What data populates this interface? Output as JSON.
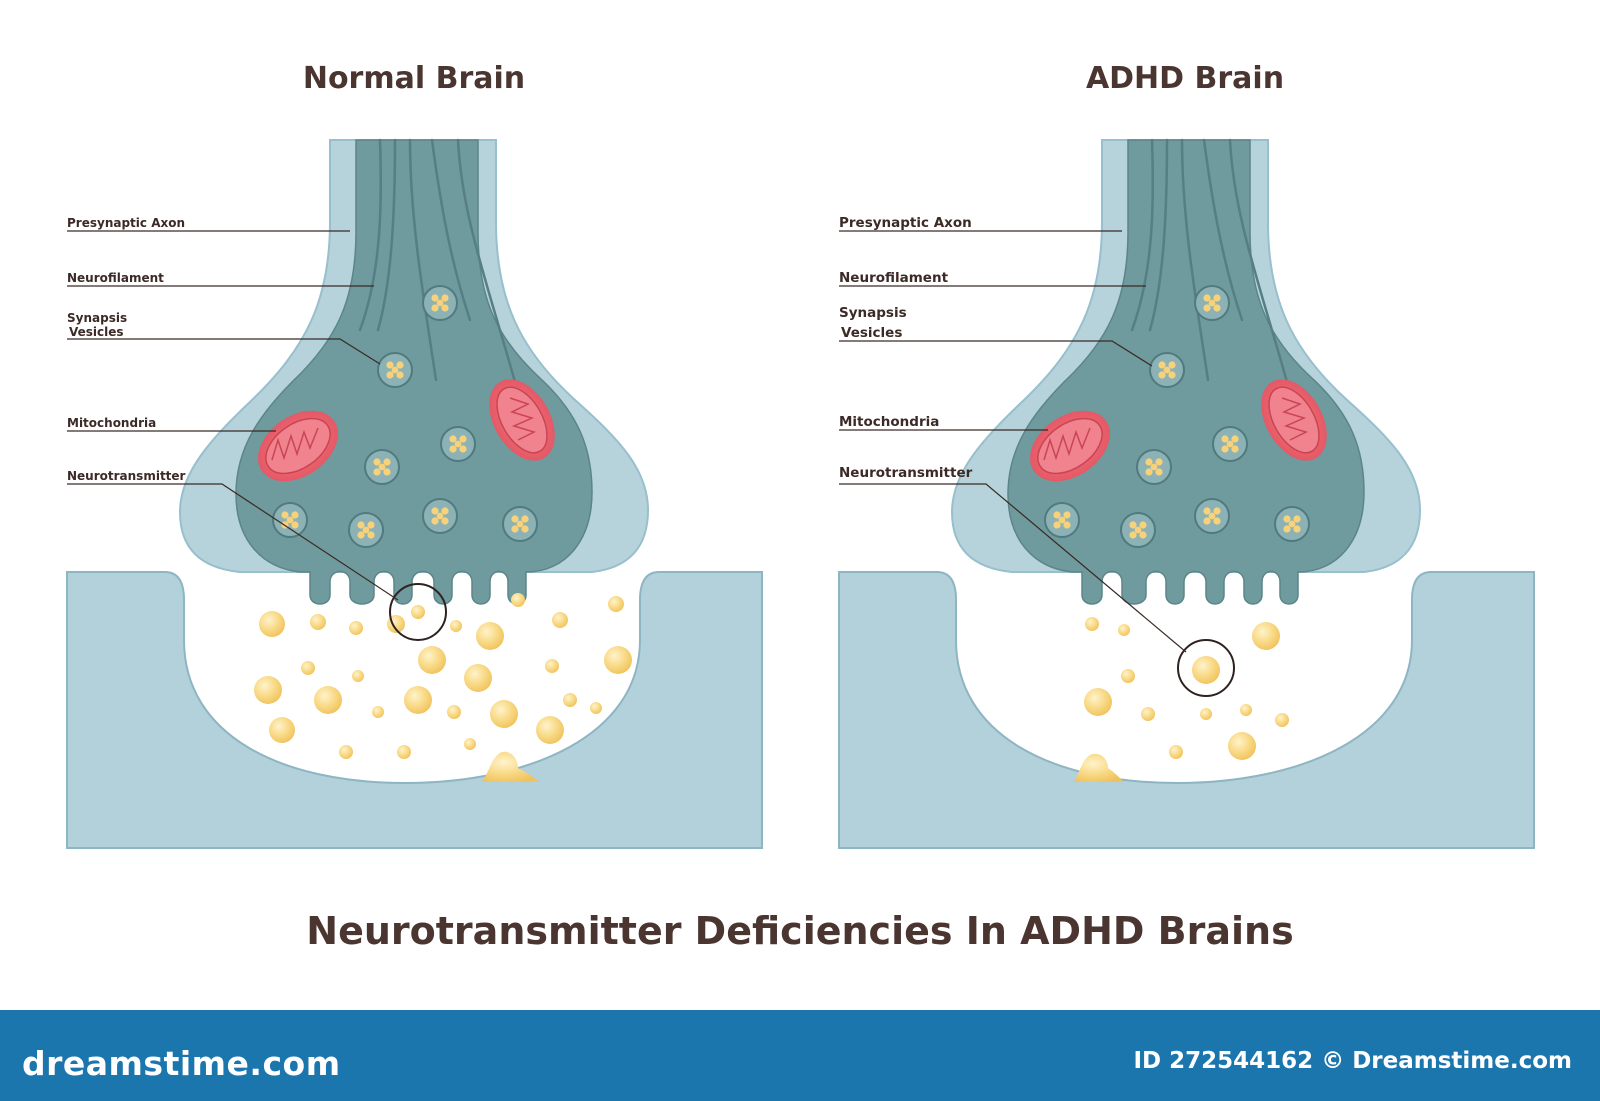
{
  "diagram": {
    "panels": [
      {
        "title": "Normal Brain",
        "labels": {
          "presynaptic_axon": "Presynaptic Axon",
          "neurofilament": "Neurofilament",
          "synapsis": "Synapsis",
          "vesicles": "Vesicles",
          "mitochondria": "Mitochondria",
          "neurotransmitter": "Neurotransmitter"
        }
      },
      {
        "title": "ADHD Brain",
        "labels": {
          "presynaptic_axon": "Presynaptic Axon",
          "neurofilament": "Neurofilament",
          "synapsis": "Synapsis",
          "vesicles": "Vesicles",
          "mitochondria": "Mitochondria",
          "neurotransmitter": "Neurotransmitter"
        }
      }
    ],
    "caption": "Neurotransmitter Deficiencies In ADHD Brains"
  },
  "footer": {
    "logo": "dreamstime.com",
    "id_text": "ID 272544162 © Dreamstime.com"
  },
  "colors": {
    "axon_outer": "#b6d3dc",
    "axon_inner": "#6f9a9e",
    "postsynaptic": "#b3d1da",
    "mitochondria": "#e65e6c",
    "neurotransmitter": "#f7d27a",
    "text": "#4a3530",
    "footer": "#1c76ae"
  }
}
